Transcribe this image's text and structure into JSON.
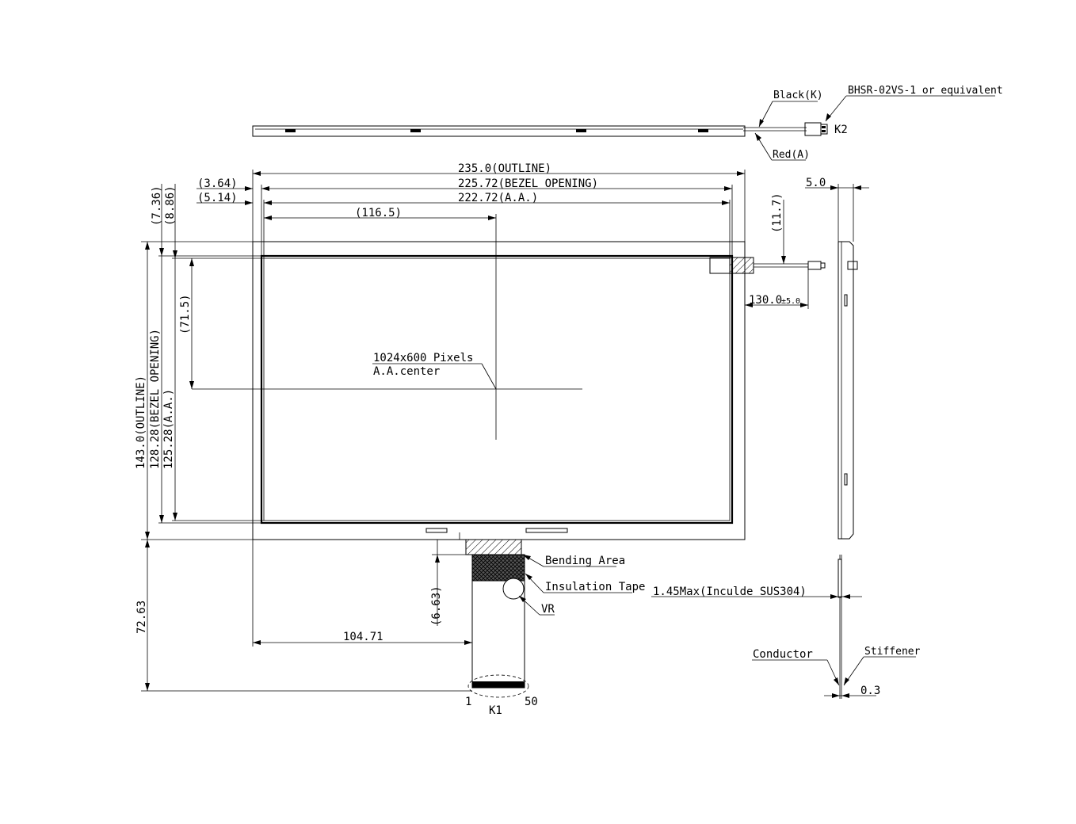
{
  "connector_k2": {
    "part": "BHSR-02VS-1 or equivalent",
    "name": "K2",
    "wire_black": "Black(K)",
    "wire_red": "Red(A)"
  },
  "dimensions": {
    "outline_width": "235.0(OUTLINE)",
    "bezel_width": "225.72(BEZEL OPENING)",
    "aa_width": "222.72(A.A.)",
    "aa_center_x": "(116.5)",
    "left_offset_bezel": "(3.64)",
    "left_offset_aa": "(5.14)",
    "top_offset_bezel": "(7.36)",
    "top_offset_aa": "(8.86)",
    "aa_center_y": "(71.5)",
    "outline_height": "143.0(OUTLINE)",
    "bezel_height": "128.28(BEZEL OPENING)",
    "aa_height": "125.28(A.A.)",
    "cable_offset": "(11.7)",
    "cable_length": "130.0",
    "cable_tolerance": "±5.0",
    "fpc_total": "72.63",
    "fpc_offset_x": "104.71",
    "fpc_bend": "(6.63)",
    "thickness": "5.0",
    "max_thickness": "1.45Max(Inculde SUS304)",
    "stiffener_thickness": "0.3"
  },
  "center_label": {
    "line1": "1024x600 Pixels",
    "line2": "A.A.center"
  },
  "fpc": {
    "bending_area": "Bending Area",
    "insulation_tape": "Insulation Tape",
    "vr": "VR",
    "pin_first": "1",
    "pin_last": "50",
    "connector_name": "K1"
  },
  "side_view": {
    "conductor": "Conductor",
    "stiffener": "Stiffener"
  }
}
